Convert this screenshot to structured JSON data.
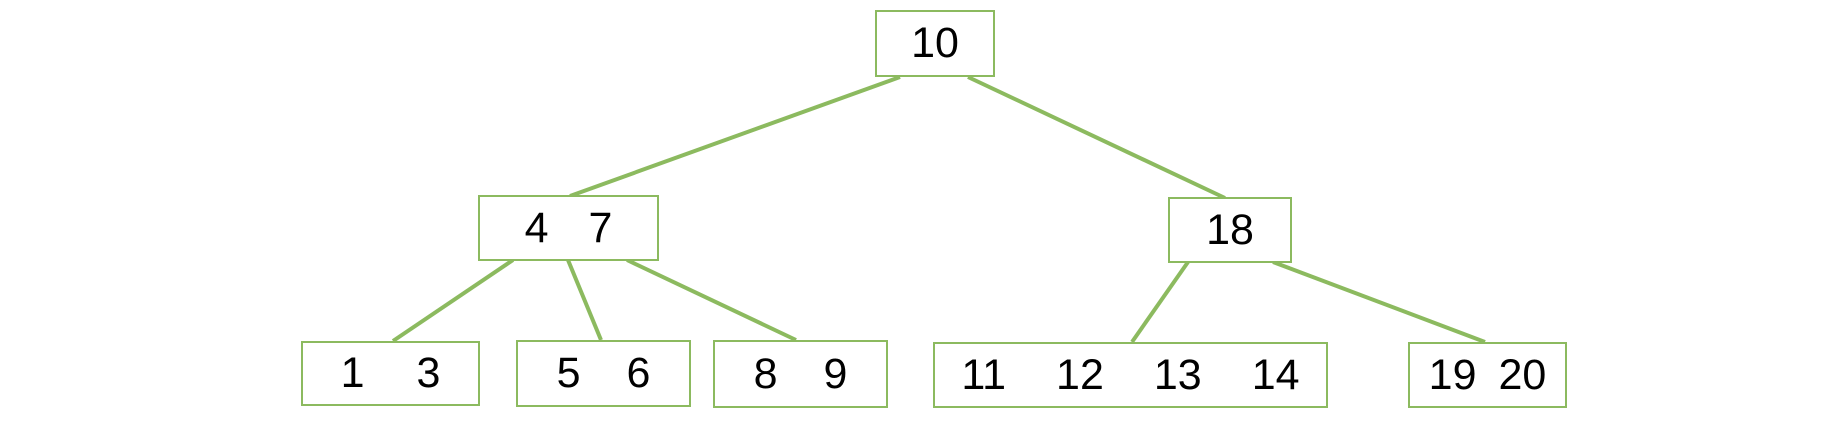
{
  "diagram": {
    "type": "b-tree",
    "background_color": "#ffffff",
    "accent_color": "#8cba5f",
    "text_color": "#000000",
    "nodes": [
      {
        "id": "root",
        "level": 0,
        "keys": [
          "10"
        ]
      },
      {
        "id": "n47",
        "level": 1,
        "keys": [
          "4",
          "7"
        ]
      },
      {
        "id": "n18",
        "level": 1,
        "keys": [
          "18"
        ]
      },
      {
        "id": "l13",
        "level": 2,
        "keys": [
          "1",
          "3"
        ]
      },
      {
        "id": "l56",
        "level": 2,
        "keys": [
          "5",
          "6"
        ]
      },
      {
        "id": "l89",
        "level": 2,
        "keys": [
          "8",
          "9"
        ]
      },
      {
        "id": "l1114",
        "level": 2,
        "keys": [
          "11",
          "12",
          "13",
          "14"
        ]
      },
      {
        "id": "l1920",
        "level": 2,
        "keys": [
          "19",
          "20"
        ]
      }
    ],
    "edges": [
      {
        "from": "root",
        "to": "n47"
      },
      {
        "from": "root",
        "to": "n18"
      },
      {
        "from": "n47",
        "to": "l13"
      },
      {
        "from": "n47",
        "to": "l56"
      },
      {
        "from": "n47",
        "to": "l89"
      },
      {
        "from": "n18",
        "to": "l1114"
      },
      {
        "from": "n18",
        "to": "l1920"
      }
    ]
  }
}
